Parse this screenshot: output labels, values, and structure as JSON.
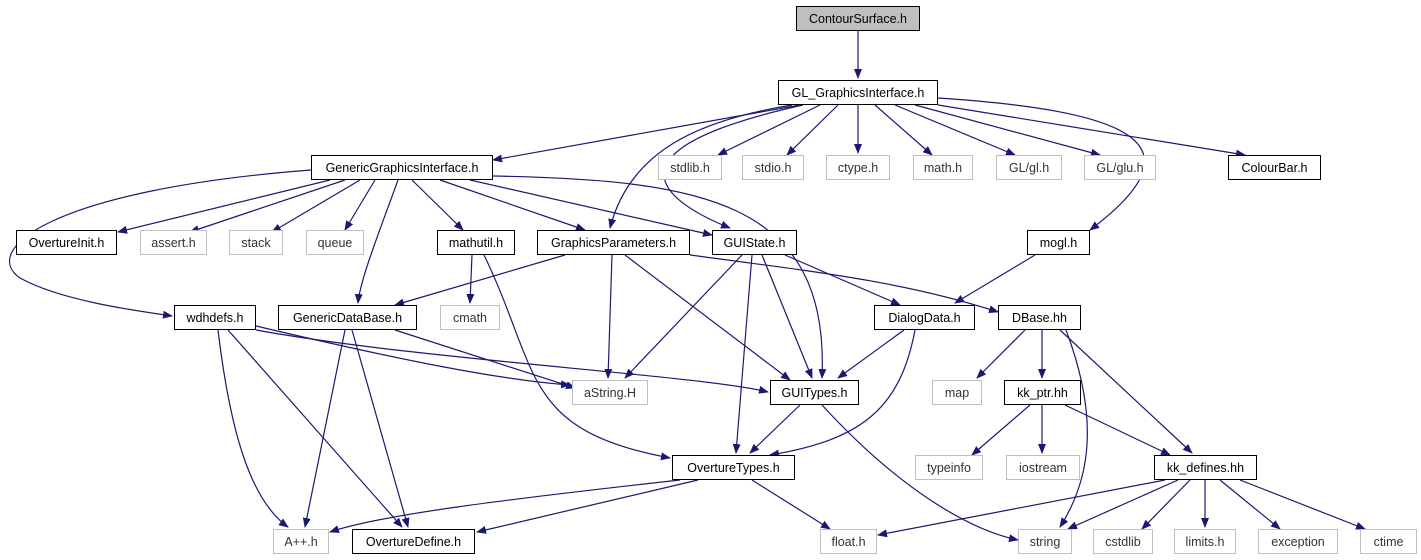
{
  "nodes": {
    "contour": {
      "label": "ContourSurface.h"
    },
    "glgi": {
      "label": "GL_GraphicsInterface.h"
    },
    "ggi": {
      "label": "GenericGraphicsInterface.h"
    },
    "stdlib": {
      "label": "stdlib.h"
    },
    "stdio": {
      "label": "stdio.h"
    },
    "ctype": {
      "label": "ctype.h"
    },
    "math": {
      "label": "math.h"
    },
    "glgl": {
      "label": "GL/gl.h"
    },
    "glglu": {
      "label": "GL/glu.h"
    },
    "colourbar": {
      "label": "ColourBar.h"
    },
    "ovinit": {
      "label": "OvertureInit.h"
    },
    "assert": {
      "label": "assert.h"
    },
    "stack": {
      "label": "stack"
    },
    "queue": {
      "label": "queue"
    },
    "mathutil": {
      "label": "mathutil.h"
    },
    "gparams": {
      "label": "GraphicsParameters.h"
    },
    "guistate": {
      "label": "GUIState.h"
    },
    "mogl": {
      "label": "mogl.h"
    },
    "wdhdefs": {
      "label": "wdhdefs.h"
    },
    "gdb": {
      "label": "GenericDataBase.h"
    },
    "cmath": {
      "label": "cmath"
    },
    "dialog": {
      "label": "DialogData.h"
    },
    "dbase": {
      "label": "DBase.hh"
    },
    "astring": {
      "label": "aString.H"
    },
    "guitypes": {
      "label": "GUITypes.h"
    },
    "map": {
      "label": "map"
    },
    "kkptr": {
      "label": "kk_ptr.hh"
    },
    "ovtypes": {
      "label": "OvertureTypes.h"
    },
    "typeinfo": {
      "label": "typeinfo"
    },
    "iostream": {
      "label": "iostream"
    },
    "kkdefs": {
      "label": "kk_defines.hh"
    },
    "app": {
      "label": "A++.h"
    },
    "ovdefine": {
      "label": "OvertureDefine.h"
    },
    "float": {
      "label": "float.h"
    },
    "string": {
      "label": "string"
    },
    "cstdlib": {
      "label": "cstdlib"
    },
    "limits": {
      "label": "limits.h"
    },
    "exception": {
      "label": "exception"
    },
    "ctime": {
      "label": "ctime"
    }
  },
  "colors": {
    "edge": "#191970",
    "root_fill": "#bfbfbf",
    "external_border": "#bfbfbf"
  }
}
